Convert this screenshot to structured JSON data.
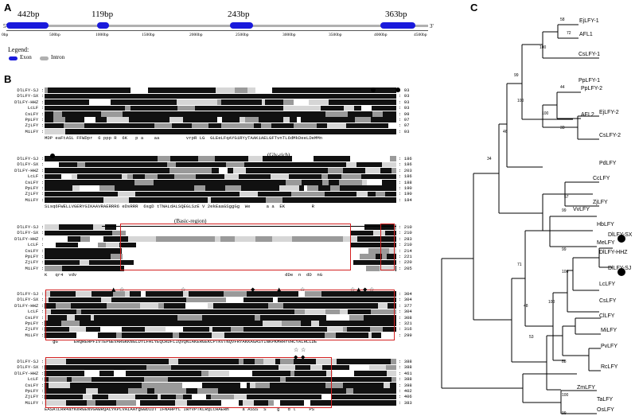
{
  "panels": {
    "a": "A",
    "b": "B",
    "c": "C"
  },
  "gene_structure": {
    "exon_labels": [
      "442bp",
      "119bp",
      "243bp",
      "363bp"
    ],
    "axis_ticks": [
      "0bp",
      "500bp",
      "1000bp",
      "1500bp",
      "2000bp",
      "2500bp",
      "3000bp",
      "3500bp",
      "4000bp",
      "4500bp"
    ],
    "five_prime": "5'",
    "three_prime": "3'",
    "legend_title": "Legend:",
    "legend_exon": "Exon",
    "legend_intron": "Intron",
    "exon_color": "#1a1adc",
    "intron_color": "#b0b0b0"
  },
  "alignment": {
    "sequences": [
      "DlLFY-SJ :",
      "DlLFY-SX :",
      "DlLFY-HHZ :",
      "LcLF :",
      "CsLFY :",
      "PpLFY :",
      "ZjLFY :",
      "MiLFY :"
    ],
    "blocks": [
      {
        "ends": [
          ": 93",
          ": 93",
          ": 93",
          ": 93",
          ": 99",
          ": 97",
          ": 97",
          ": 93"
        ],
        "consensus": "MDP eaFtASL FFWDpr  6 ppp R  6K   p a    aa          vrpR LG  GLEeLFqAYGiRYyTAAKiAELGFTvnTL6dMkDeeLDeMMn"
      },
      {
        "ends": [
          ": 186",
          ": 186",
          ": 203",
          ": 186",
          ": 188",
          ": 190",
          ": 190",
          ": 184"
        ],
        "consensus": "SLsq6FWELLVGERYGIKAAVRAERRR6 eDsRRR  6sgD tTNALdALSQEGLSzE V 2ekEaaGSggGg  We      a a  EK          R"
      },
      {
        "ends": [
          ": 210",
          ": 210",
          ": 283",
          ": 210",
          ": 214",
          ": 221",
          ": 220",
          ": 205"
        ],
        "consensus": "K   qr4  vdv                                                                              dDe  n  dD  nG"
      },
      {
        "ends": [
          ": 304",
          ": 304",
          ": 377",
          ": 304",
          ": 308",
          ": 321",
          ": 316",
          ": 299"
        ],
        "consensus": "   gG      ERQREHPFIVTEPGEVARGKKNGLDYLFHLYEQCRDFLIQVQNIAKERGEKCPTKVTNQVFRYAKKAGASYINKPKMRHYVHCYALHCLDE"
      },
      {
        "ends": [
          ": 388",
          ": 388",
          ": 461",
          ": 388",
          ": 398",
          ": 402",
          ": 406",
          ": 383"
        ],
        "consensus": "EASAlLRR4afKeRGENVGAWRQACYKPLVAIAArgGWDIDT IFNAHPrL IWYVPTKLRQLCHAERm     a ASSS  S    g   d l     PS"
      }
    ],
    "annotations": {
      "gly_rich": "(Gly-rich)",
      "basic_region": "(Basic-region)"
    }
  },
  "tree": {
    "taxa": [
      "EjLFY-1",
      "AFL1",
      "CsLFY-1",
      "PpLFY-1",
      "PpLFY-2",
      "AFL2",
      "EjLFY-2",
      "CsLFY-2",
      "PdLFY",
      "CcLFY",
      "ZjLFY",
      "VvLFY",
      "HbLFY",
      "MeLFY",
      "DlLFY-SX",
      "DlLFY-HHZ",
      "DlLFY-SJ",
      "LcLFY",
      "CsLFY",
      "ClLFY",
      "MiLFY",
      "PvLFY",
      "RcLFY",
      "ZmLFY",
      "TaLFY",
      "OsLFY"
    ],
    "bootstrap": [
      "58",
      "72",
      "100",
      "99",
      "44",
      "100",
      "33",
      "100",
      "46",
      "57",
      "34",
      "99",
      "99",
      "100",
      "71",
      "100",
      "48",
      "53",
      "88",
      "100",
      "99"
    ]
  }
}
